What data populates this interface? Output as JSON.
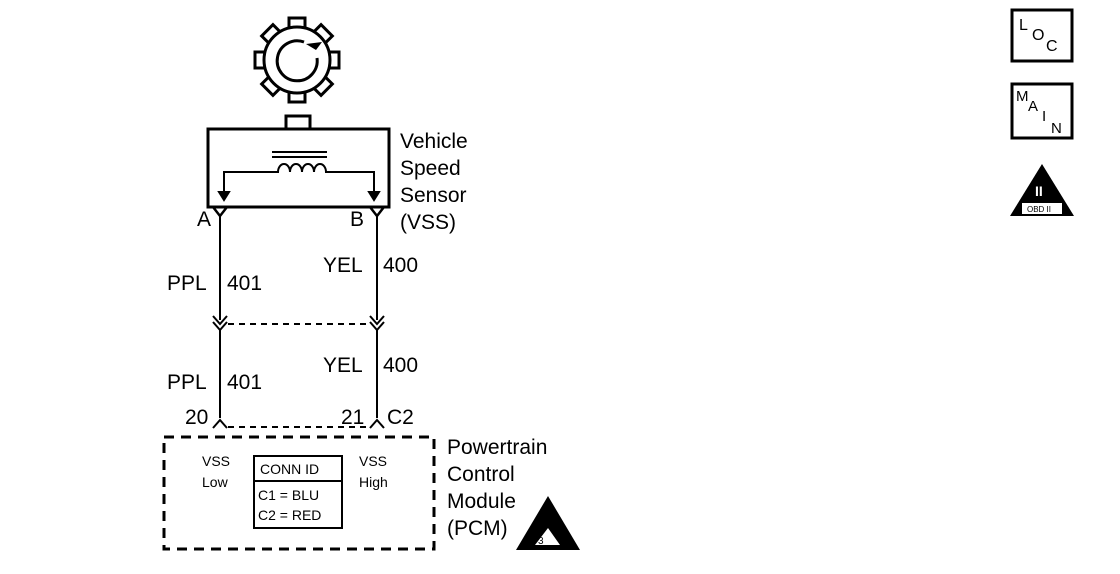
{
  "sensor": {
    "name_lines": [
      "Vehicle",
      "Speed",
      "Sensor",
      "(VSS)"
    ],
    "terminal_a": "A",
    "terminal_b": "B"
  },
  "wires": {
    "left_upper": {
      "color": "PPL",
      "circuit": "401"
    },
    "right_upper": {
      "color": "YEL",
      "circuit": "400"
    },
    "left_lower": {
      "color": "PPL",
      "circuit": "401"
    },
    "right_lower": {
      "color": "YEL",
      "circuit": "400"
    }
  },
  "pcm": {
    "pin_left": "20",
    "pin_right": "21",
    "connector": "C2",
    "vss_low": [
      "VSS",
      "Low"
    ],
    "vss_high": [
      "VSS",
      "High"
    ],
    "conn_table": [
      "CONN ID",
      "C1 = BLU",
      "C2 = RED"
    ],
    "name_lines": [
      "Powertrain",
      "Control",
      "Module",
      "(PCM)"
    ],
    "esd_label": "3"
  },
  "nav": {
    "loc": [
      "L",
      "O",
      "C"
    ],
    "main": [
      "M",
      "A",
      "I",
      "N"
    ],
    "obd_numeral": "II",
    "obd_label": "OBD II"
  },
  "icons": [
    "reluctor-wheel-icon",
    "coil-icon",
    "esd-warning-icon",
    "obd-ii-icon"
  ]
}
